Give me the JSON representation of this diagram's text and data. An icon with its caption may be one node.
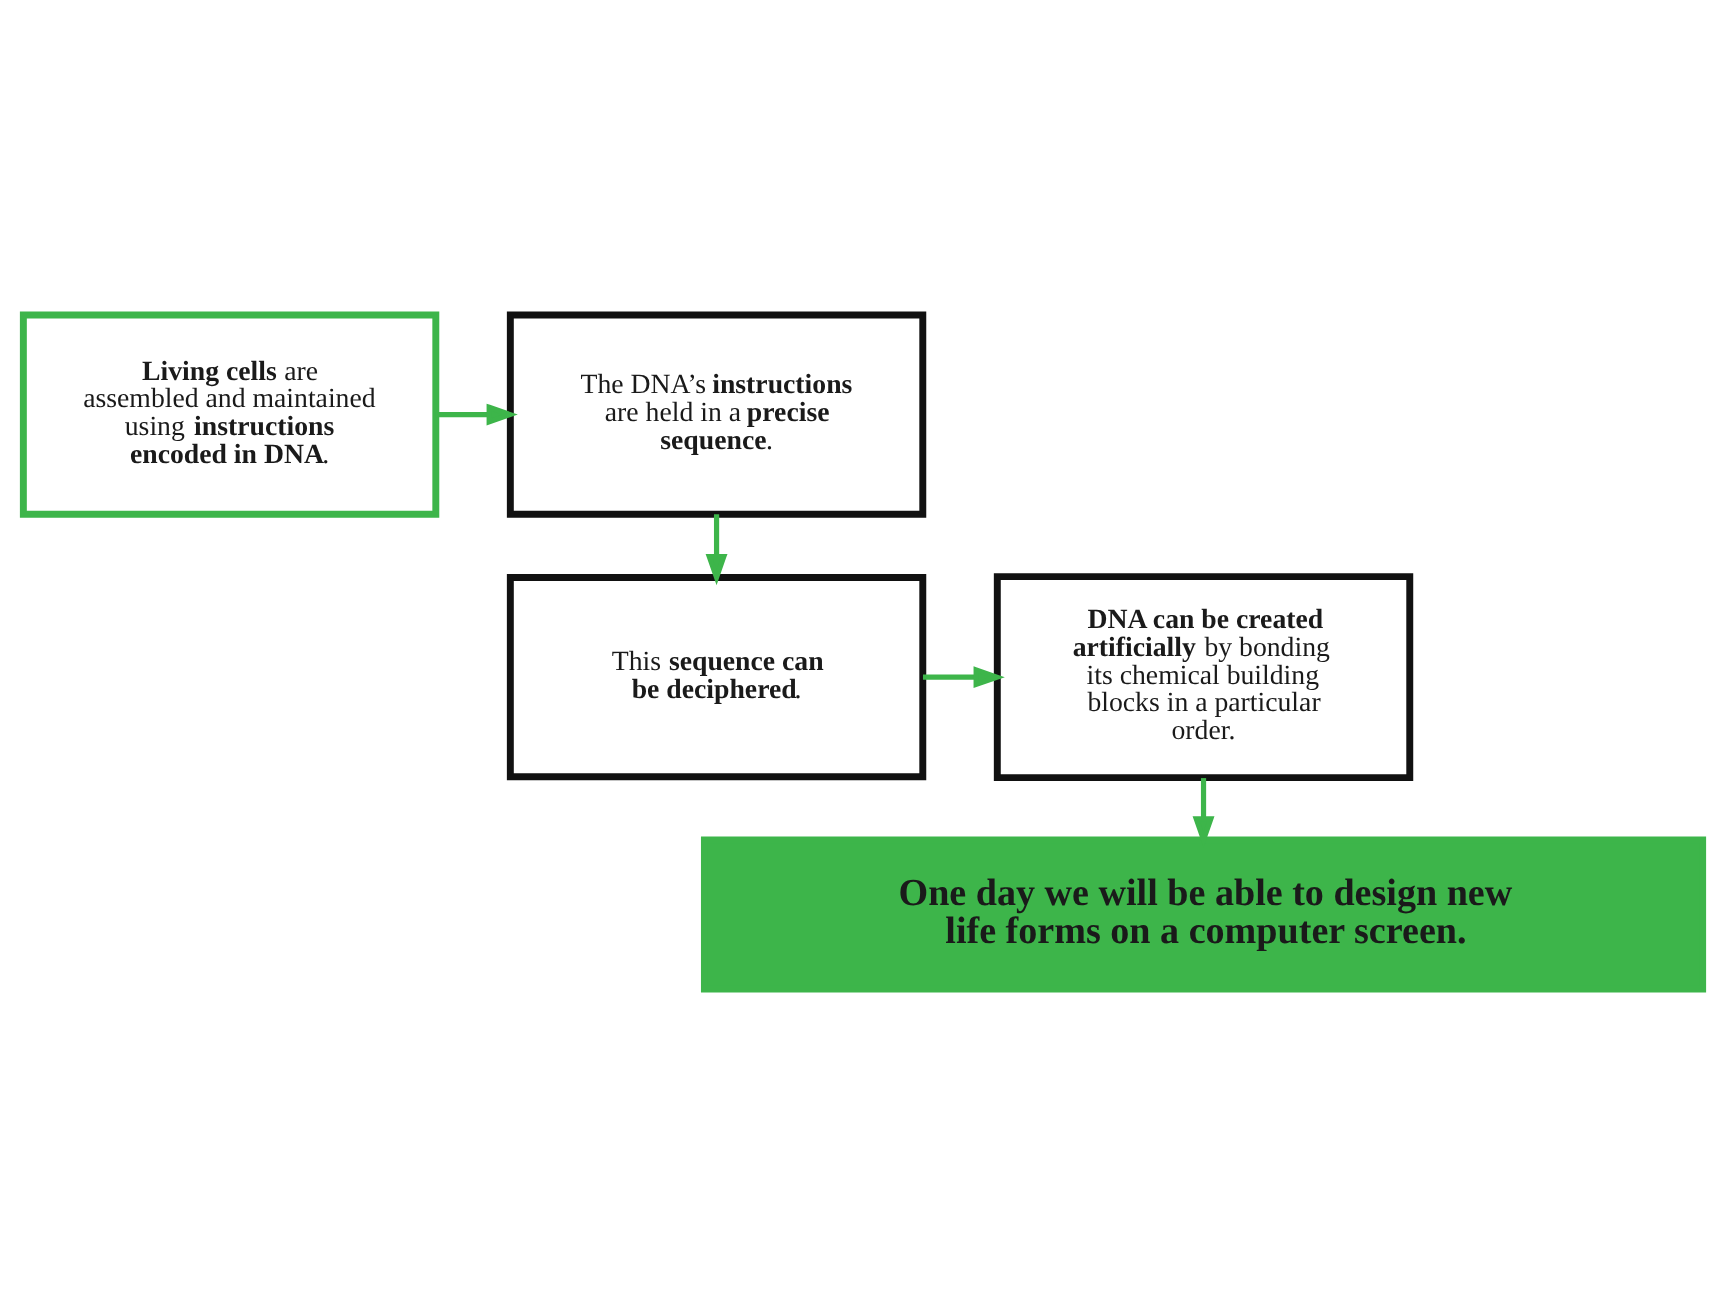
{
  "diagram": {
    "nodes": [
      {
        "text": [
          "**Living cells** are assembled and maintained using **instructions encoded in DNA**."
        ]
      },
      {
        "text": [
          "The DNA’s **instructions** are held in a **precise sequence**."
        ]
      },
      {
        "text": [
          "**DNA can be created artificially** by bonding its chemical building blocks in a particular order."
        ]
      },
      {
        "text": [
          "This **sequence can be deciphered**."
        ]
      },
      {
        "text": [
          "One day we will be able to design new life forms on a computer screen."
        ]
      }
    ],
    "edges": [
      {
        "from": 0,
        "to": 1,
        "arrow": "to"
      },
      {
        "from": 1,
        "to": 3,
        "arrow": "to"
      },
      {
        "from": 3,
        "to": 2,
        "arrow": "to"
      },
      {
        "from": 2,
        "to": 4,
        "arrow": "to"
      }
    ]
  }
}
